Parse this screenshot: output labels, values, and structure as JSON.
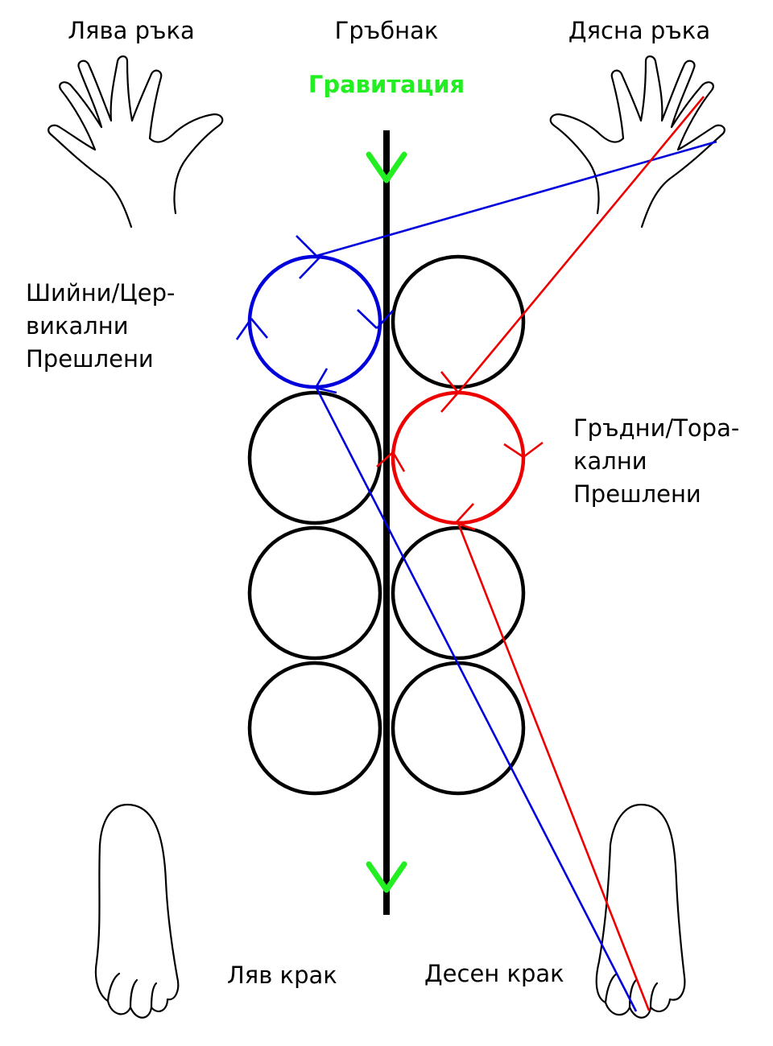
{
  "labels": {
    "left_hand": "Лява ръка",
    "spine": "Гръбнак",
    "right_hand": "Дясна ръка",
    "gravity": "Гравитация",
    "cervical": "Шийни/Цер-\nвикални\nПрешлени",
    "thoracic": "Гръдни/Тора-\nкални\nПрешлени",
    "left_leg": "Ляв крак",
    "right_leg": "Десен крак"
  },
  "colors": {
    "spine": "#000000",
    "gravity": "#22ee22",
    "cervical_link": "#0000dd",
    "thoracic_link": "#ee0000",
    "outline": "#000000"
  },
  "vertebrae": {
    "rows": 4,
    "columns": 2,
    "highlighted": [
      {
        "row": 1,
        "column": "left",
        "color": "#0000dd"
      },
      {
        "row": 2,
        "column": "right",
        "color": "#ee0000"
      }
    ]
  },
  "icons": [
    "left-hand-icon",
    "right-hand-icon",
    "left-foot-icon",
    "right-foot-icon",
    "gravity-arrow-icon"
  ]
}
